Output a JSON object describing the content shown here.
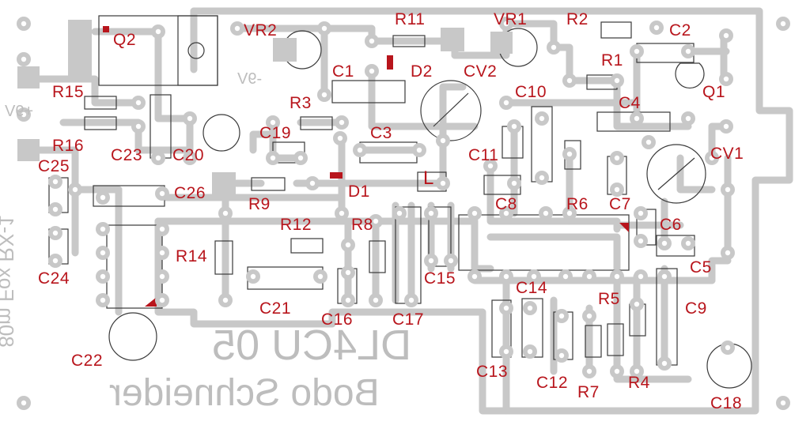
{
  "colors": {
    "trace": "#c8c8c8",
    "pad_ring": "#c8c8c8",
    "pad_hole": "#ffffff",
    "component_outline": "#3a3a3a",
    "label": "#b8151c",
    "silkscreen_text": "#bdbdbd",
    "background": "#ffffff"
  },
  "silkscreen": {
    "title": "DL4CU 05",
    "author": "Bodo Schneider",
    "board_name": "80m Fox RX-1",
    "plus_9v": "+9V",
    "minus_9v": "-9V"
  },
  "component_labels": {
    "Q2": "Q2",
    "VR2": "VR2",
    "R11": "R11",
    "VR1": "VR1",
    "R2": "R2",
    "C2": "C2",
    "R15": "R15",
    "C1": "C1",
    "D2": "D2",
    "CV2": "CV2",
    "R1": "R1",
    "Q1": "Q1",
    "R3": "R3",
    "C10": "C10",
    "C4": "C4",
    "R16": "R16",
    "C23": "C23",
    "C20": "C20",
    "C19": "C19",
    "C3": "C3",
    "C11": "C11",
    "CV1": "CV1",
    "C25": "C25",
    "D1": "D1",
    "L": "L",
    "C26": "C26",
    "R9": "R9",
    "C8": "C8",
    "R6": "R6",
    "C7": "C7",
    "R12": "R12",
    "R8": "R8",
    "C6": "C6",
    "R14": "R14",
    "C24": "C24",
    "C15": "C15",
    "C5": "C5",
    "C21": "C21",
    "C14": "C14",
    "R5": "R5",
    "C16": "C16",
    "C17": "C17",
    "C9": "C9",
    "C22": "C22",
    "C13": "C13",
    "C12": "C12",
    "R4": "R4",
    "R7": "R7",
    "C18": "C18"
  }
}
